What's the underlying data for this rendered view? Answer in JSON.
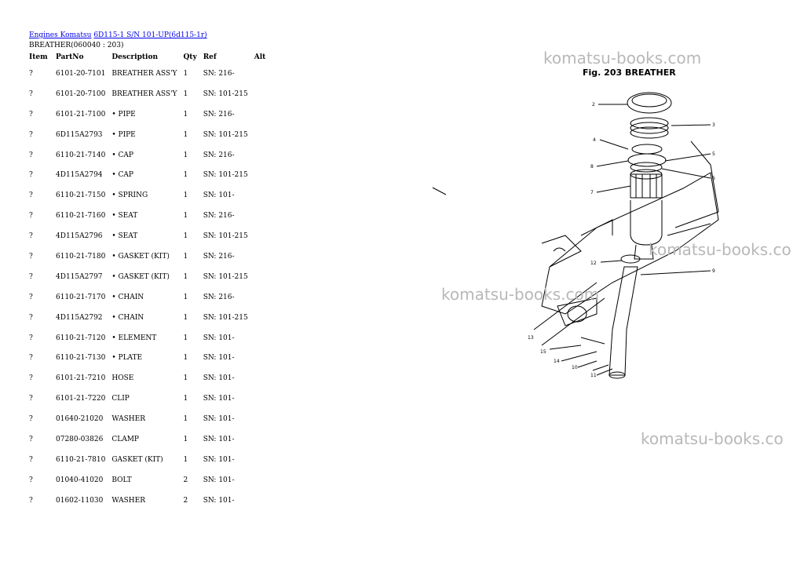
{
  "breadcrumb": {
    "link1": "Engines Komatsu",
    "link2": "6D115-1 S/N 101-UP(6d115-1r)"
  },
  "subtitle": "BREATHER(060040 : 203)",
  "columns": [
    "Item",
    "PartNo",
    "Description",
    "Qty",
    "Ref",
    "Alt"
  ],
  "rows": [
    {
      "item": "?",
      "part": "6101-20-7101",
      "desc": "BREATHER ASS'Y",
      "qty": "1",
      "ref": "SN: 216-"
    },
    {
      "item": "?",
      "part": "6101-20-7100",
      "desc": "BREATHER ASS'Y",
      "qty": "1",
      "ref": "SN: 101-215"
    },
    {
      "item": "?",
      "part": "6101-21-7100",
      "desc": "• PIPE",
      "qty": "1",
      "ref": "SN: 216-"
    },
    {
      "item": "?",
      "part": "6D115A2793",
      "desc": "• PIPE",
      "qty": "1",
      "ref": "SN: 101-215"
    },
    {
      "item": "?",
      "part": "6110-21-7140",
      "desc": "• CAP",
      "qty": "1",
      "ref": "SN: 216-"
    },
    {
      "item": "?",
      "part": "4D115A2794",
      "desc": "• CAP",
      "qty": "1",
      "ref": "SN: 101-215"
    },
    {
      "item": "?",
      "part": "6110-21-7150",
      "desc": "• SPRING",
      "qty": "1",
      "ref": "SN: 101-"
    },
    {
      "item": "?",
      "part": "6110-21-7160",
      "desc": "• SEAT",
      "qty": "1",
      "ref": "SN: 216-"
    },
    {
      "item": "?",
      "part": "4D115A2796",
      "desc": "• SEAT",
      "qty": "1",
      "ref": "SN: 101-215"
    },
    {
      "item": "?",
      "part": "6110-21-7180",
      "desc": "• GASKET (KIT)",
      "qty": "1",
      "ref": "SN: 216-"
    },
    {
      "item": "?",
      "part": "4D115A2797",
      "desc": "• GASKET (KIT)",
      "qty": "1",
      "ref": "SN: 101-215"
    },
    {
      "item": "?",
      "part": "6110-21-7170",
      "desc": "• CHAIN",
      "qty": "1",
      "ref": "SN: 216-"
    },
    {
      "item": "?",
      "part": "4D115A2792",
      "desc": "• CHAIN",
      "qty": "1",
      "ref": "SN: 101-215"
    },
    {
      "item": "?",
      "part": "6110-21-7120",
      "desc": "• ELEMENT",
      "qty": "1",
      "ref": "SN: 101-"
    },
    {
      "item": "?",
      "part": "6110-21-7130",
      "desc": "• PLATE",
      "qty": "1",
      "ref": "SN: 101-"
    },
    {
      "item": "?",
      "part": "6101-21-7210",
      "desc": "HOSE",
      "qty": "1",
      "ref": "SN: 101-"
    },
    {
      "item": "?",
      "part": "6101-21-7220",
      "desc": "CLIP",
      "qty": "1",
      "ref": "SN: 101-"
    },
    {
      "item": "?",
      "part": "01640-21020",
      "desc": "WASHER",
      "qty": "1",
      "ref": "SN: 101-"
    },
    {
      "item": "?",
      "part": "07280-03826",
      "desc": "CLAMP",
      "qty": "1",
      "ref": "SN: 101-"
    },
    {
      "item": "?",
      "part": "6110-21-7810",
      "desc": "GASKET (KIT)",
      "qty": "1",
      "ref": "SN: 101-"
    },
    {
      "item": "?",
      "part": "01040-41020",
      "desc": "BOLT",
      "qty": "2",
      "ref": "SN: 101-"
    },
    {
      "item": "?",
      "part": "01602-11030",
      "desc": "WASHER",
      "qty": "2",
      "ref": "SN: 101-"
    }
  ],
  "figure": {
    "label": "Fig. 203  BREATHER",
    "callouts": [
      "2",
      "3",
      "4",
      "5",
      "6",
      "7",
      "8",
      "9",
      "12",
      "13",
      "14",
      "15",
      "10",
      "11"
    ]
  },
  "watermark": "komatsu-books.com",
  "watermark_cut": "komatsu-books.co"
}
